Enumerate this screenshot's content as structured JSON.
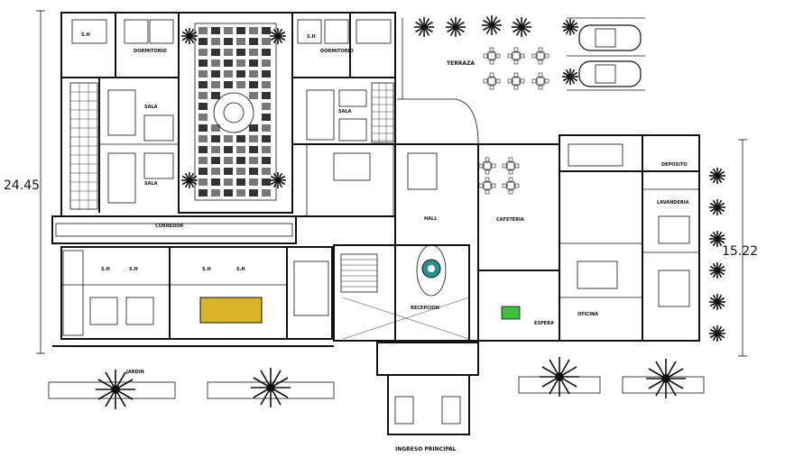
{
  "dimensions": {
    "left_height": "24.45",
    "right_height": "15.22"
  },
  "rooms": {
    "sh": "S.H",
    "terraza": "TERRAZA",
    "cafeteria": "CAFETERIA",
    "hall": "HALL",
    "recepcion": "RECEPCION",
    "corredor": "CORREDOR",
    "ingreso_principal": "INGRESO PRINCIPAL",
    "dormitorio": "DORMITORIO",
    "sala": "SALA",
    "oficina": "OFICINA",
    "espera": "ESPERA",
    "lavanderia": "LAVANDERIA",
    "deposito": "DEPOSITO",
    "jardin": "JARDIN"
  },
  "colors": {
    "line": "#111111",
    "accent_yellow": "#d9b32a",
    "accent_green": "#3fbf3f",
    "accent_teal": "#2a8f8f"
  }
}
